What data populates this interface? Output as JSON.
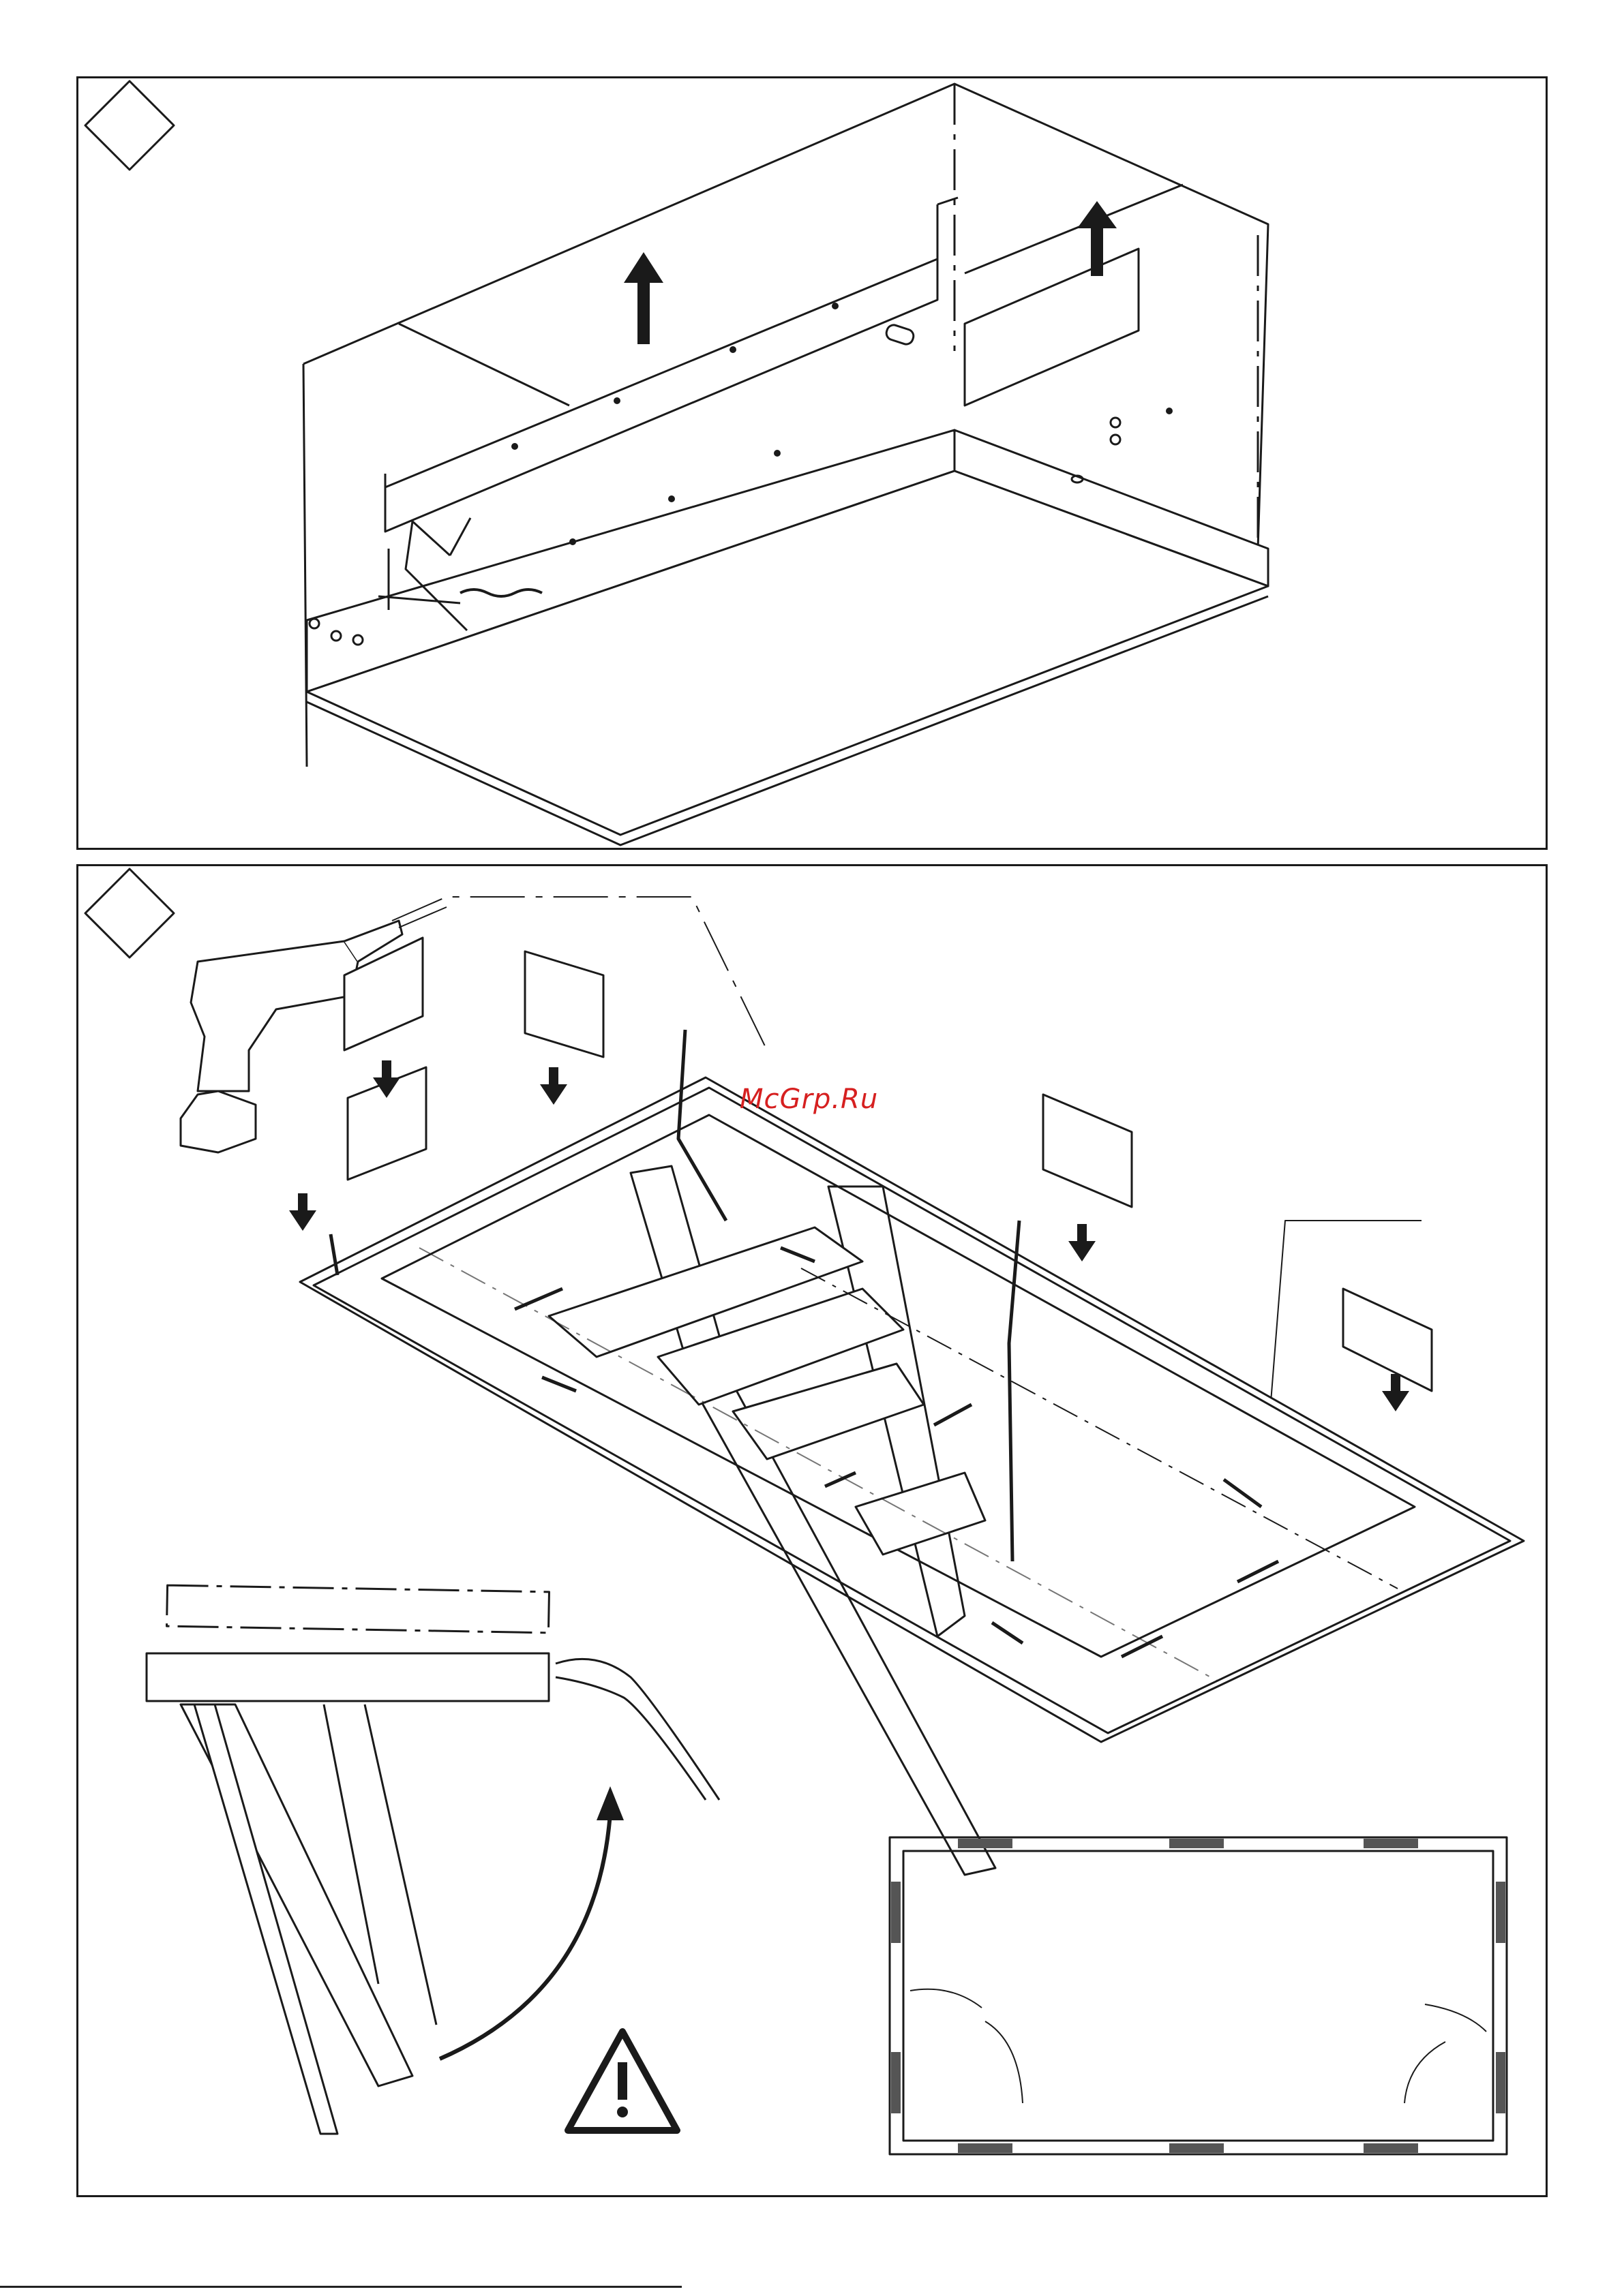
{
  "document": {
    "watermark": "McGrp.Ru",
    "steps": [
      {
        "id": "step-1",
        "marker_text": ""
      },
      {
        "id": "step-2",
        "marker_text": ""
      }
    ]
  },
  "icons": {
    "step_marker": "diamond-icon",
    "warning": "warning-triangle-icon",
    "lift_arrow": "arrow-up-icon",
    "press_arrow": "arrow-down-icon",
    "tool": "drill-icon"
  },
  "colors": {
    "line": "#1a1a1a",
    "watermark": "#d62020",
    "hatch": "#555555"
  }
}
